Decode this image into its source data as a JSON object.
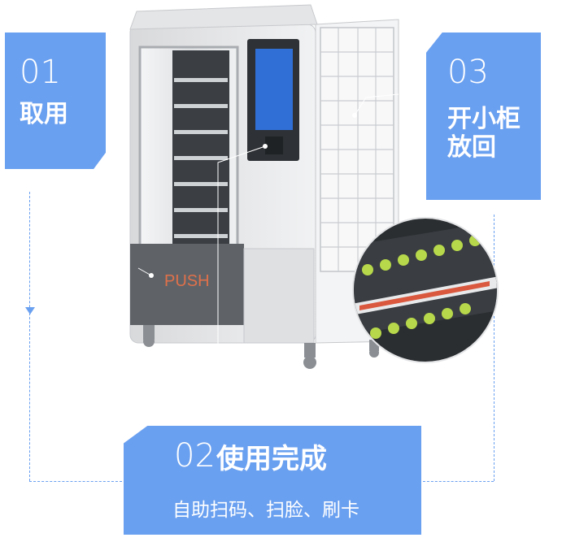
{
  "step1": {
    "number": "01",
    "label": "取用"
  },
  "step2": {
    "number": "02",
    "label": "使用完成",
    "sublabel": "自助扫码、扫脸、刷卡"
  },
  "step3": {
    "number": "03",
    "label": "开小柜放回"
  },
  "machine": {
    "push_label": "PUSH"
  },
  "colors": {
    "accent": "#6aa0f0",
    "machine_body": "#e9eaec",
    "push_text": "#e0704a",
    "screen": "#2f6fd6"
  }
}
